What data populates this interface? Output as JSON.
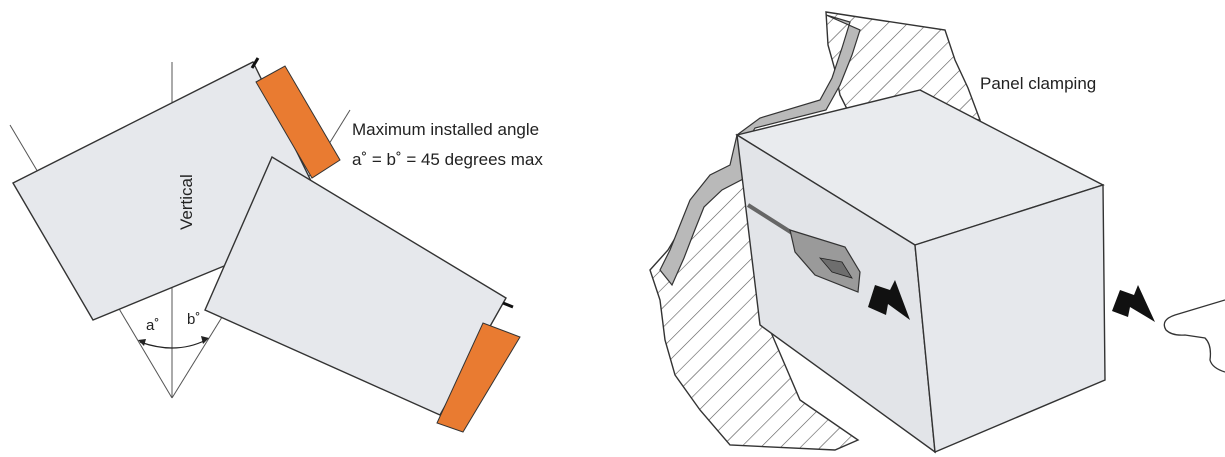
{
  "left_figure": {
    "vertical_label": "Vertical",
    "caption_line1": "Maximum installed angle",
    "caption_line2": "a˚ = b˚ = 45 degrees max",
    "angle_a_label": "a˚",
    "angle_b_label": "b˚",
    "max_angle_degrees": 45
  },
  "right_figure": {
    "caption": "Panel clamping"
  },
  "colors": {
    "unit_body": "#e6e8ec",
    "terminal_block": "#e97b31",
    "outline": "#333333",
    "panel_gasket": "#b9b9b9",
    "clamp": "#9a9a9a",
    "arrow": "#111111"
  }
}
